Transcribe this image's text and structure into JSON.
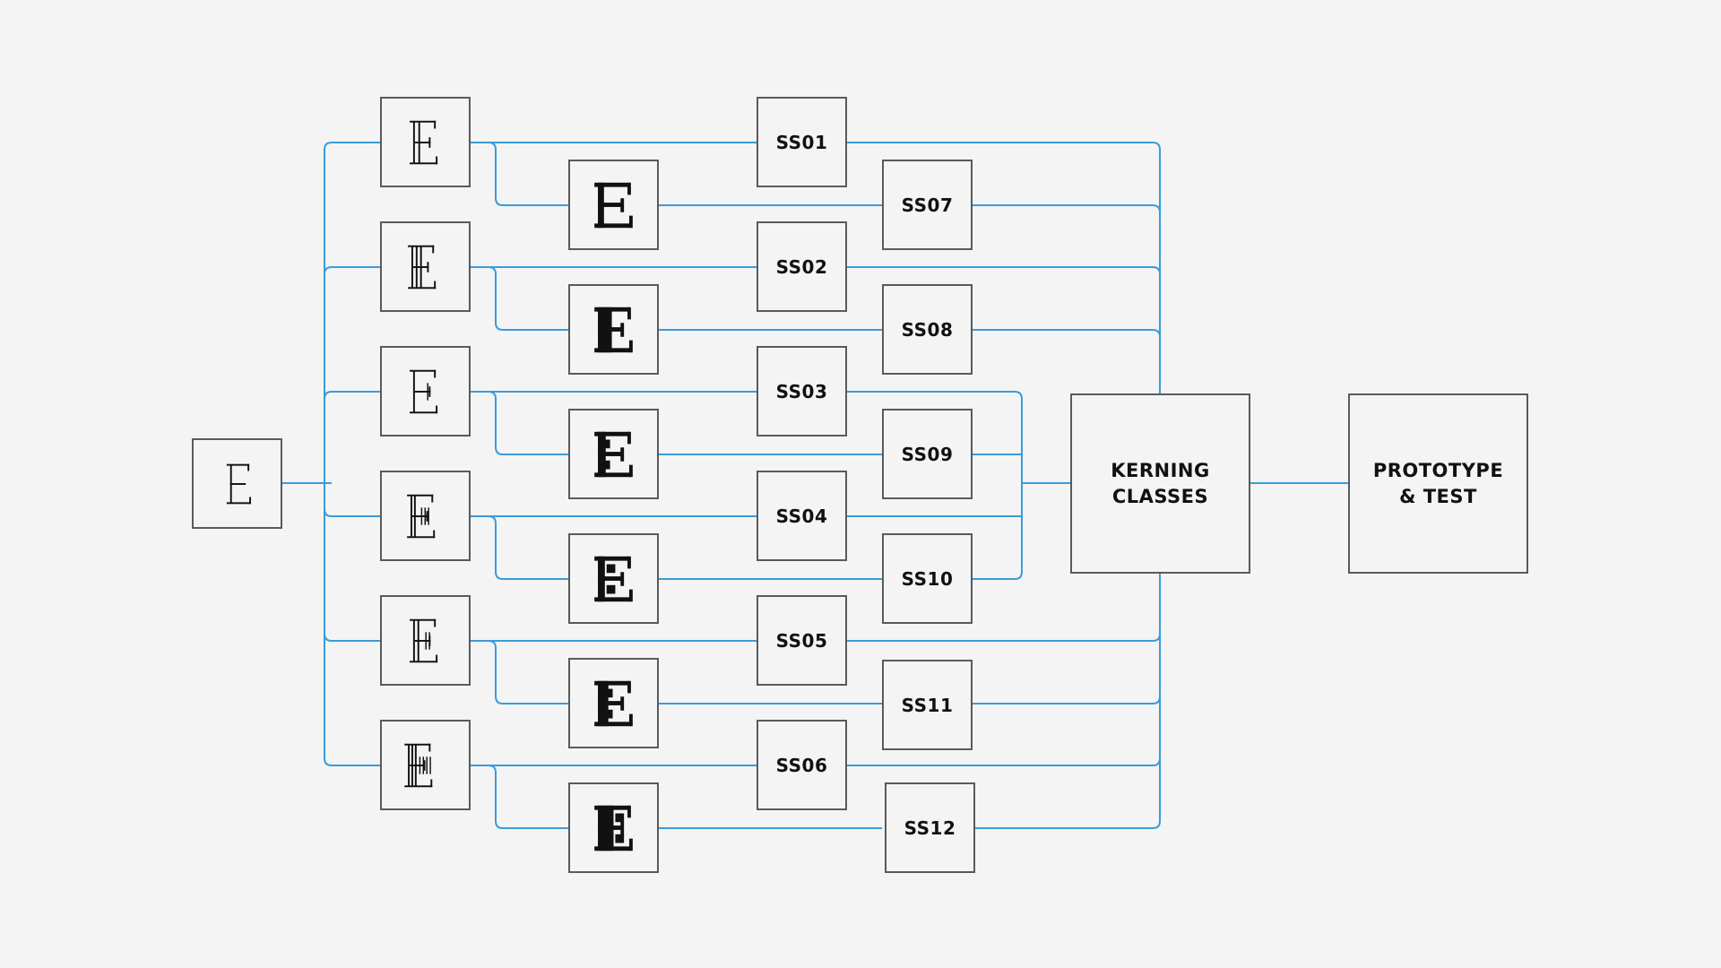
{
  "wire_color": "#3a9bd9",
  "box_border_color": "#5a5a5a",
  "glyph_color": "#111111",
  "root_glyph": {
    "char": "E",
    "style": "base-thin"
  },
  "weights": [
    {
      "glyph": "E",
      "style": "thin-double-stem"
    },
    {
      "glyph": "E",
      "style": "triple-stem"
    },
    {
      "glyph": "E",
      "style": "thin-arrow-stem"
    },
    {
      "glyph": "E",
      "style": "thin-multi-arrow"
    },
    {
      "glyph": "E",
      "style": "double-stem-arrow"
    },
    {
      "glyph": "E",
      "style": "triple-stem-arrows"
    }
  ],
  "bold_variants": [
    {
      "glyph": "E",
      "style": "bold-serif"
    },
    {
      "glyph": "E",
      "style": "black-serif"
    },
    {
      "glyph": "E",
      "style": "bold-notched"
    },
    {
      "glyph": "E",
      "style": "bold-split"
    },
    {
      "glyph": "E",
      "style": "black-notched"
    },
    {
      "glyph": "E",
      "style": "black-split"
    }
  ],
  "stylistic_sets_a": [
    "SS01",
    "SS02",
    "SS03",
    "SS04",
    "SS05",
    "SS06"
  ],
  "stylistic_sets_b": [
    "SS07",
    "SS08",
    "SS09",
    "SS10",
    "SS11",
    "SS12"
  ],
  "kerning": {
    "label": "KERNING\nCLASSES"
  },
  "prototype": {
    "label": "PROTOTYPE\n& TEST"
  }
}
